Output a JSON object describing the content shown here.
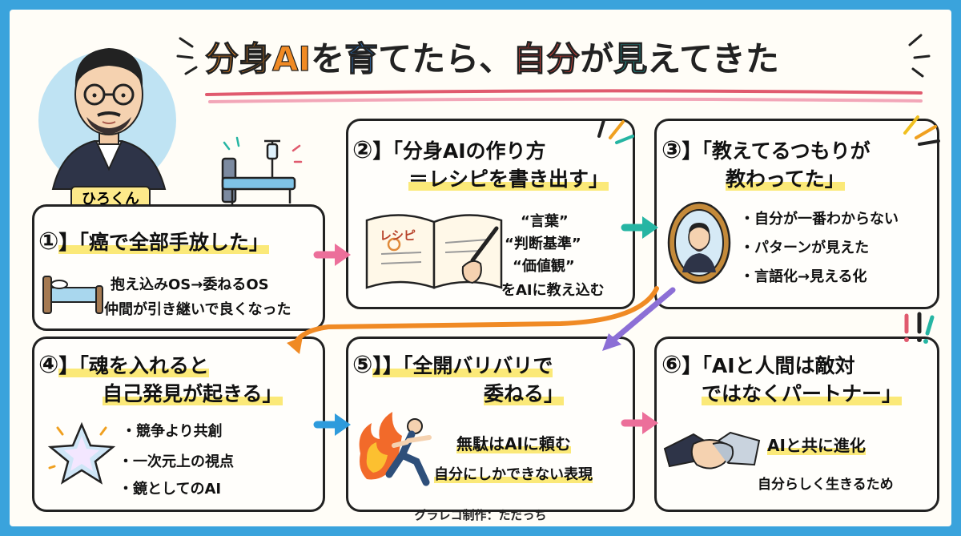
{
  "title": {
    "parts": [
      {
        "text": "分身AI",
        "tone": "orange"
      },
      {
        "text": "を",
        "tone": "dark"
      },
      {
        "text": "育",
        "tone": "blue"
      },
      {
        "text": "てたら、",
        "tone": "dark"
      },
      {
        "text": "自分",
        "tone": "red"
      },
      {
        "text": "が",
        "tone": "dark"
      },
      {
        "text": "見",
        "tone": "teal"
      },
      {
        "text": "えてきた",
        "tone": "dark"
      }
    ]
  },
  "author_name": "ひろくん",
  "sections": [
    {
      "num": "①",
      "head1": "】「癌で全部手放した」",
      "head2": "",
      "items": [
        "抱え込みOS→委ねるOS",
        "仲間が引き継いで良くなった"
      ]
    },
    {
      "num": "②",
      "head1": "】「分身AIの作り方",
      "head2": "＝レシピを書き出す」",
      "book_label": "レシピ",
      "items": [
        "“言葉”",
        "“判断基準”",
        "“価値観”",
        "をAIに教え込む"
      ]
    },
    {
      "num": "③",
      "head1": "】「教えてるつもりが",
      "head2": "教わってた」",
      "items": [
        "・自分が一番わからない",
        "・パターンが見えた",
        "・言語化→見える化"
      ]
    },
    {
      "num": "④",
      "head1": "】「魂を入れると",
      "head2": "自己発見が起きる」",
      "items": [
        "・競争より共創",
        "・一次元上の視点",
        "・鏡としてのAI"
      ]
    },
    {
      "num": "⑤",
      "head1": "】】「全開バリバリで",
      "head2": "委ねる」",
      "items": [
        "無駄はAIに頼む",
        "自分にしかできない表現"
      ]
    },
    {
      "num": "⑥",
      "head1": "】「AIと人間は敵対",
      "head2": "ではなくパートナー」",
      "items": [
        "AIと共に進化",
        "自分らしく生きるため"
      ]
    }
  ],
  "credit": "グラレコ制作：ただっち",
  "colors": {
    "frame": "#3aa3dc",
    "paper": "#fffdf7",
    "highlight": "#fbe978",
    "arrow_pink": "#ec6f9a",
    "arrow_teal": "#26b5a3",
    "arrow_orange": "#f08a24",
    "arrow_purple": "#8c6fd6",
    "arrow_blue": "#2e9bdc",
    "underline_red": "#e05a6e",
    "underline_pink": "#f2a6b8"
  }
}
